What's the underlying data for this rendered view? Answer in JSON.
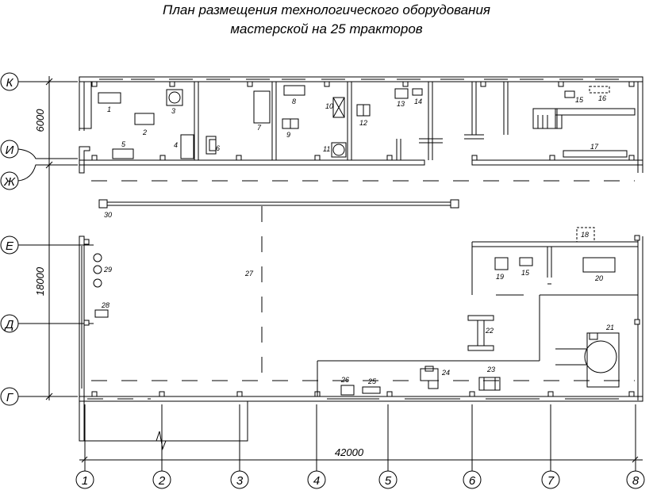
{
  "title": {
    "line1": "План размещения технологического оборудования",
    "line2": "мастерской на 25 тракторов"
  },
  "dimensions": {
    "total_length": "42000",
    "upper_span": "6000",
    "main_span": "18000"
  },
  "axes": {
    "letters": [
      "К",
      "И",
      "Ж",
      "Е",
      "Д",
      "Г"
    ],
    "numbers": [
      "1",
      "2",
      "3",
      "4",
      "5",
      "6",
      "7",
      "8"
    ]
  },
  "equipment_labels": [
    "1",
    "2",
    "3",
    "4",
    "5",
    "6",
    "7",
    "8",
    "9",
    "10",
    "11",
    "12",
    "13",
    "14",
    "15",
    "16",
    "17",
    "18",
    "19",
    "15",
    "20",
    "21",
    "22",
    "23",
    "24",
    "25",
    "26",
    "27",
    "28",
    "29",
    "30"
  ],
  "colors": {
    "line": "#000000",
    "background": "#ffffff"
  }
}
